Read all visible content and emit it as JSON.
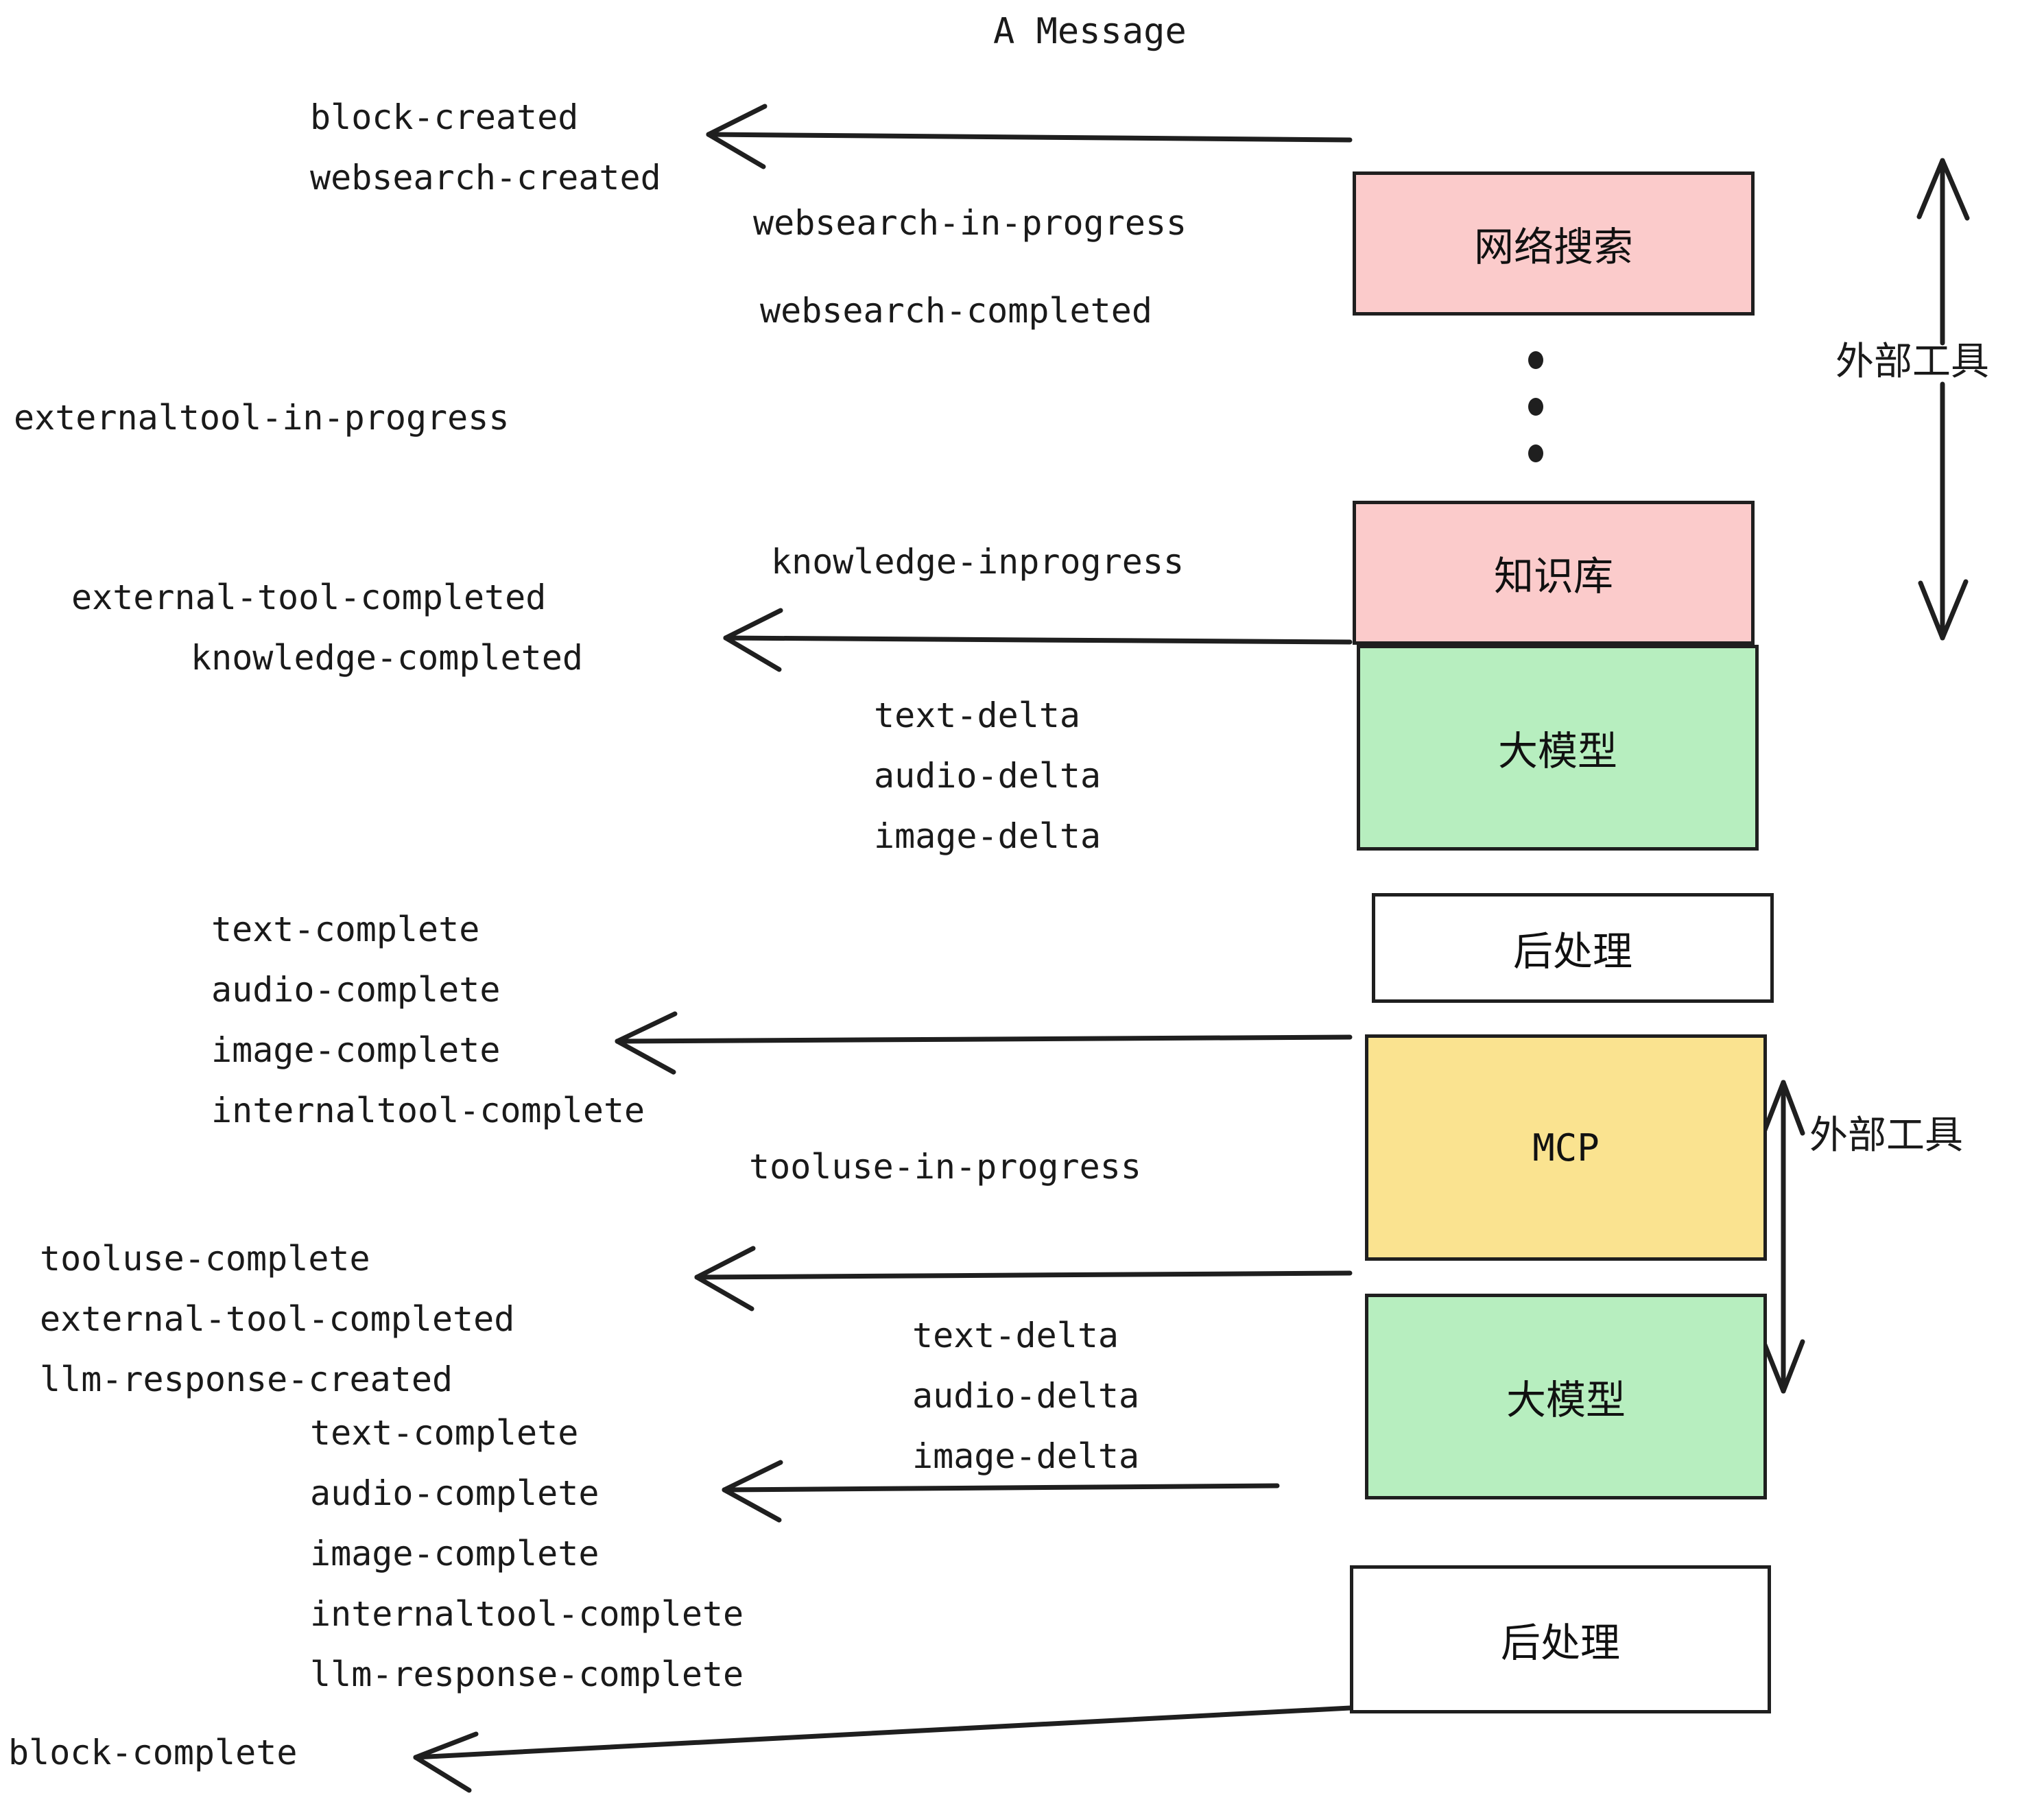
{
  "title": "A Message",
  "colors": {
    "external_tool_box": "#FBCBCB",
    "llm_box": "#B7EEBF",
    "mcp_box": "#FAE390",
    "postprocess_box": "#FFFFFF",
    "stroke": "#1F1F1F",
    "text": "#1A1A1A",
    "background": "#FFFFFF"
  },
  "nodes": [
    {
      "id": "websearch",
      "label": "网络搜索",
      "fill": "#FBCBCB",
      "script": "cjk"
    },
    {
      "id": "knowledge",
      "label": "知识库",
      "fill": "#FBCBCB",
      "script": "cjk"
    },
    {
      "id": "llm-first",
      "label": "大模型",
      "fill": "#B7EEBF",
      "script": "cjk"
    },
    {
      "id": "postprocess-first",
      "label": "后处理",
      "fill": "#FFFFFF",
      "script": "cjk"
    },
    {
      "id": "mcp",
      "label": "MCP",
      "fill": "#FAE390",
      "script": "latin"
    },
    {
      "id": "llm-second",
      "label": "大模型",
      "fill": "#B7EEBF",
      "script": "cjk"
    },
    {
      "id": "postprocess-second",
      "label": "后处理",
      "fill": "#FFFFFF",
      "script": "cjk"
    }
  ],
  "brackets": [
    {
      "id": "external-tool-upper",
      "label": "外部工具"
    },
    {
      "id": "external-tool-lower",
      "label": "外部工具"
    }
  ],
  "events": {
    "block_created": "block-created",
    "websearch_created": "websearch-created",
    "websearch_in_progress": "websearch-in-progress",
    "websearch_completed": "websearch-completed",
    "externaltool_in_progress": "externaltool-in-progress",
    "knowledge_inprogress": "knowledge-inprogress",
    "external_tool_completed_1": "external-tool-completed",
    "knowledge_completed": "knowledge-completed",
    "text_delta_1": "text-delta",
    "audio_delta_1": "audio-delta",
    "image_delta_1": "image-delta",
    "text_complete_1": "text-complete",
    "audio_complete_1": "audio-complete",
    "image_complete_1": "image-complete",
    "internaltool_complete_1": "internaltool-complete",
    "tooluse_in_progress": "tooluse-in-progress",
    "tooluse_complete": "tooluse-complete",
    "external_tool_completed_2": "external-tool-completed",
    "llm_response_created": "llm-response-created",
    "text_delta_2": "text-delta",
    "audio_delta_2": "audio-delta",
    "image_delta_2": "image-delta",
    "text_complete_2": "text-complete",
    "audio_complete_2": "audio-complete",
    "image_complete_2": "image-complete",
    "internaltool_complete_2": "internaltool-complete",
    "llm_response_complete": "llm-response-complete",
    "block_complete": "block-complete"
  },
  "ellipsis_dots": 3
}
